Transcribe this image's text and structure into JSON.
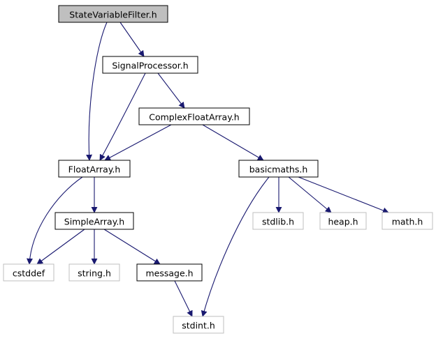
{
  "graph": {
    "colors": {
      "edge": "#191970",
      "node_border": "#000000",
      "external_border": "#bfbfbf",
      "root_fill": "#bfbfbf",
      "node_fill": "#ffffff",
      "text": "#000000"
    },
    "nodes": [
      {
        "id": "statevariablefilter",
        "label": "StateVariableFilter.h",
        "kind": "root"
      },
      {
        "id": "signalprocessor",
        "label": "SignalProcessor.h",
        "kind": "local"
      },
      {
        "id": "complexfloatarray",
        "label": "ComplexFloatArray.h",
        "kind": "local"
      },
      {
        "id": "floatarray",
        "label": "FloatArray.h",
        "kind": "local"
      },
      {
        "id": "basicmaths",
        "label": "basicmaths.h",
        "kind": "local"
      },
      {
        "id": "simplearray",
        "label": "SimpleArray.h",
        "kind": "local"
      },
      {
        "id": "stdlib",
        "label": "stdlib.h",
        "kind": "external"
      },
      {
        "id": "heap",
        "label": "heap.h",
        "kind": "external"
      },
      {
        "id": "math",
        "label": "math.h",
        "kind": "external"
      },
      {
        "id": "cstddef",
        "label": "cstddef",
        "kind": "external"
      },
      {
        "id": "string",
        "label": "string.h",
        "kind": "external"
      },
      {
        "id": "message",
        "label": "message.h",
        "kind": "local"
      },
      {
        "id": "stdint",
        "label": "stdint.h",
        "kind": "external"
      }
    ],
    "edges": [
      {
        "from": "statevariablefilter",
        "to": "signalprocessor"
      },
      {
        "from": "statevariablefilter",
        "to": "floatarray"
      },
      {
        "from": "signalprocessor",
        "to": "floatarray"
      },
      {
        "from": "signalprocessor",
        "to": "complexfloatarray"
      },
      {
        "from": "complexfloatarray",
        "to": "floatarray"
      },
      {
        "from": "complexfloatarray",
        "to": "basicmaths"
      },
      {
        "from": "floatarray",
        "to": "cstddef"
      },
      {
        "from": "floatarray",
        "to": "simplearray"
      },
      {
        "from": "basicmaths",
        "to": "stdint"
      },
      {
        "from": "basicmaths",
        "to": "stdlib"
      },
      {
        "from": "basicmaths",
        "to": "heap"
      },
      {
        "from": "basicmaths",
        "to": "math"
      },
      {
        "from": "simplearray",
        "to": "cstddef"
      },
      {
        "from": "simplearray",
        "to": "string"
      },
      {
        "from": "simplearray",
        "to": "message"
      },
      {
        "from": "message",
        "to": "stdint"
      }
    ]
  }
}
